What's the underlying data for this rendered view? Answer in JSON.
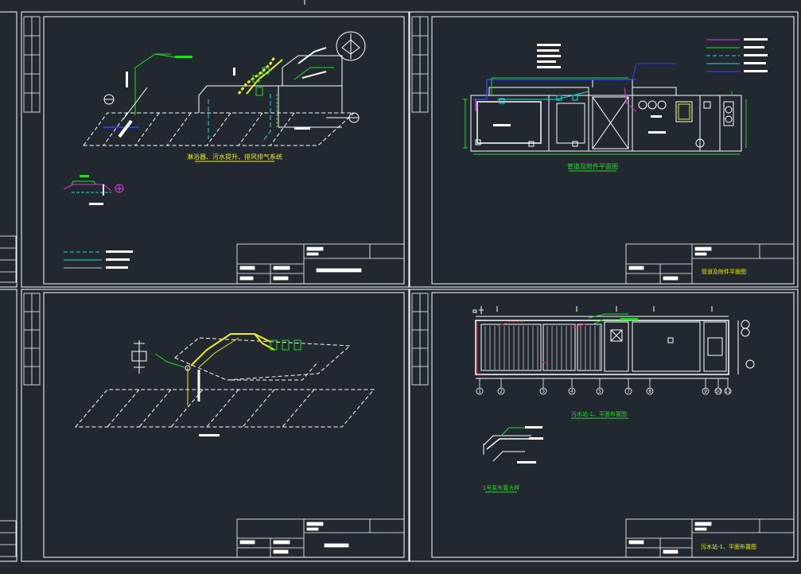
{
  "colors": {
    "background": "#212830",
    "frame": "#ffffff",
    "green": "#22dd22",
    "cyan": "#22dddd",
    "yellow": "#eeee22",
    "magenta": "#dd33dd",
    "blue": "#3344ff",
    "red": "#ee2222"
  },
  "sheets": [
    {
      "id": "top-left",
      "drawing_title": "淋浴器、污水提升、排风排气系统",
      "legend": [
        {
          "color": "cyan",
          "dashed": true
        },
        {
          "color": "cyan",
          "dashed": false
        }
      ]
    },
    {
      "id": "top-right",
      "drawing_title": "管道及附件平面图",
      "titleblock_name": "管道及附件平面图",
      "legend": [
        {
          "color": "magenta"
        },
        {
          "color": "green"
        },
        {
          "color": "cyan"
        },
        {
          "color": "blue"
        }
      ]
    },
    {
      "id": "bottom-left",
      "drawing_title": ""
    },
    {
      "id": "bottom-right",
      "drawing_title": "污水站-1、平面布置图",
      "sub_title": "1号泵布置大样",
      "titleblock_name": "污水站-1、平面布置图",
      "axis_labels_bottom": [
        "1",
        "2",
        "3",
        "4",
        "5",
        "7",
        "8",
        "9",
        "10",
        "11"
      ]
    }
  ]
}
